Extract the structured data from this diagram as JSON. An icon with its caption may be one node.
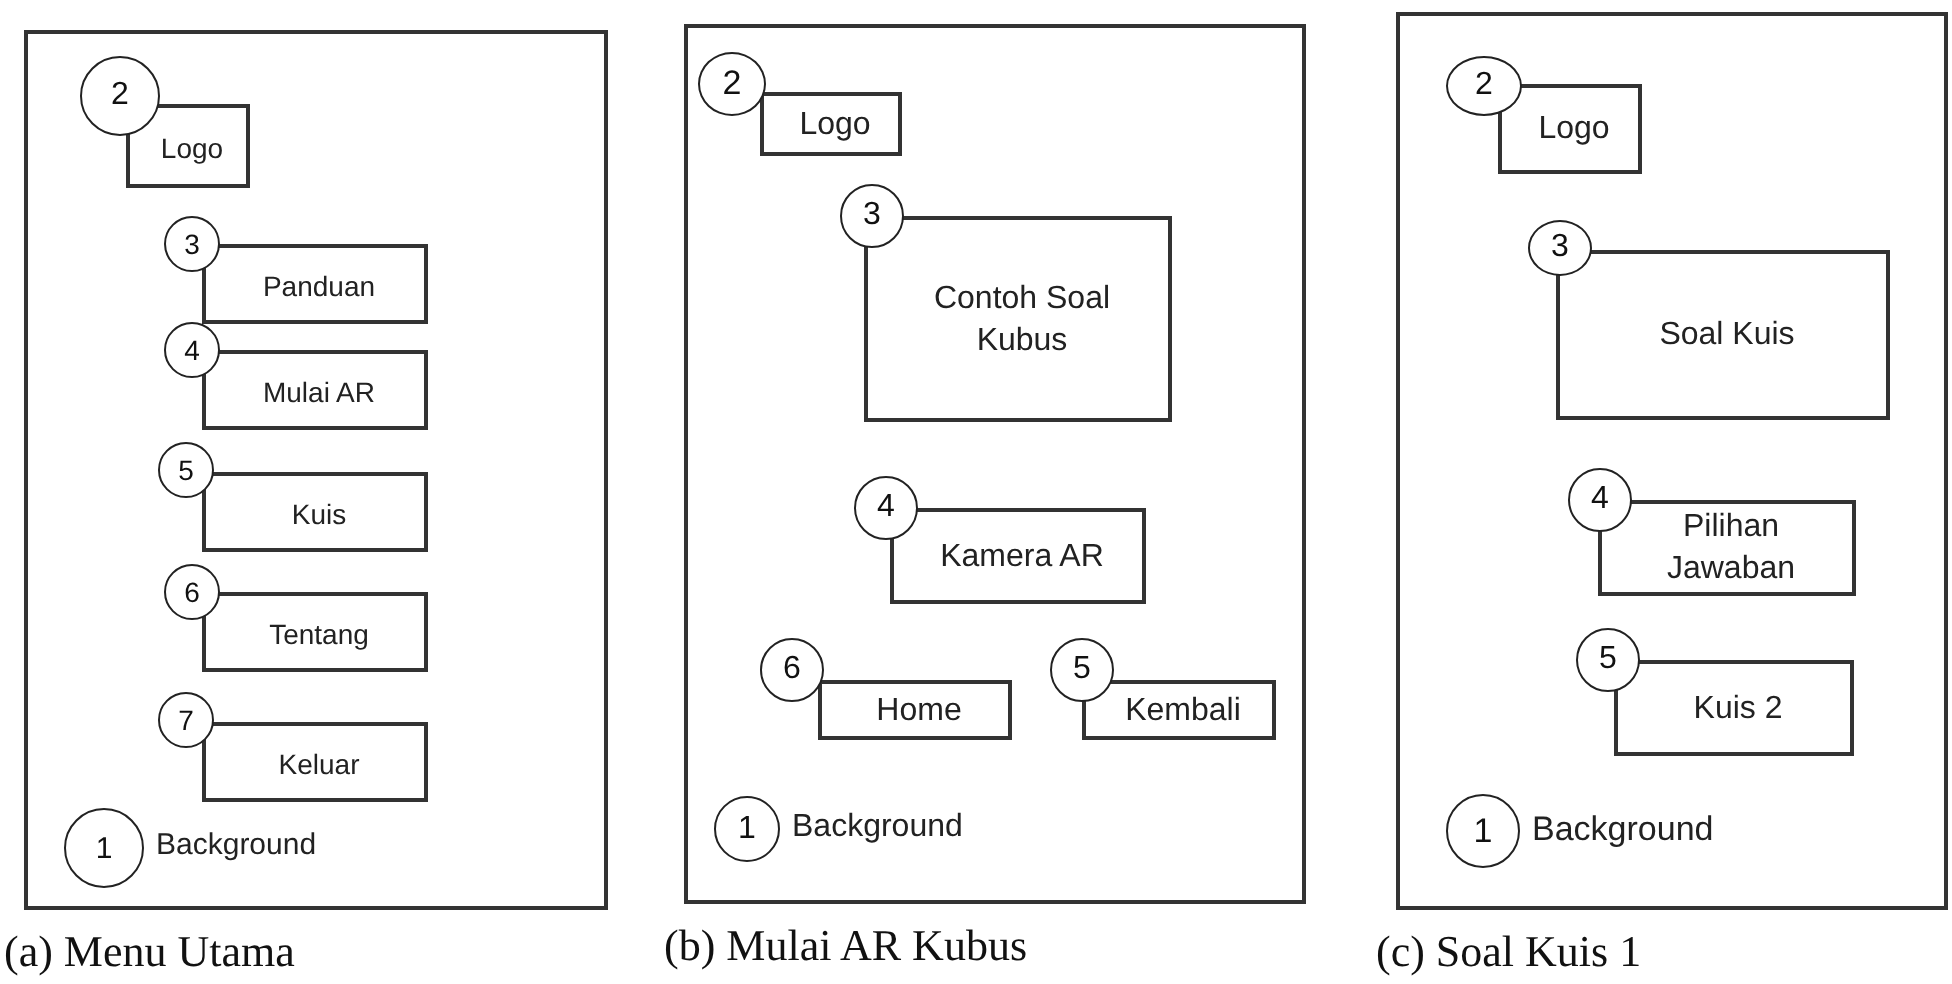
{
  "diagram": {
    "nodes": [
      {
        "text": [],
        "shape": "box",
        "beside": [
          "(a) Menu Utama"
        ]
      },
      {
        "text": [
          "2"
        ],
        "in": 0
      },
      {
        "text": [
          "Logo"
        ],
        "in": 0
      },
      {
        "text": [
          "3"
        ],
        "in": 0
      },
      {
        "text": [
          "Panduan"
        ],
        "in": 0
      },
      {
        "text": [
          "4"
        ],
        "in": 0
      },
      {
        "text": [
          "Mulai AR"
        ],
        "in": 0
      },
      {
        "text": [
          "5"
        ],
        "in": 0
      },
      {
        "text": [
          "Kuis"
        ],
        "in": 0
      },
      {
        "text": [
          "6"
        ],
        "in": 0
      },
      {
        "text": [
          "Tentang"
        ],
        "in": 0
      },
      {
        "text": [
          "7"
        ],
        "in": 0
      },
      {
        "text": [
          "Keluar"
        ],
        "in": 0
      },
      {
        "text": [
          "1"
        ],
        "in": 0,
        "beside": [
          "Background"
        ]
      },
      {
        "text": [],
        "shape": "box",
        "beside": [
          "(b) Mulai AR Kubus"
        ]
      },
      {
        "text": [
          "2"
        ],
        "in": 14
      },
      {
        "text": [
          "Logo"
        ],
        "in": 14
      },
      {
        "text": [
          "3"
        ],
        "in": 14
      },
      {
        "text": [
          "Contoh Soal Kubus"
        ],
        "in": 14
      },
      {
        "text": [
          "4"
        ],
        "in": 14
      },
      {
        "text": [
          "Kamera AR"
        ],
        "in": 14
      },
      {
        "text": [
          "6"
        ],
        "in": 14
      },
      {
        "text": [
          "Home"
        ],
        "in": 14
      },
      {
        "text": [
          "5"
        ],
        "in": 14
      },
      {
        "text": [
          "Kembali"
        ],
        "in": 14
      },
      {
        "text": [
          "1"
        ],
        "in": 14,
        "beside": [
          "Background"
        ]
      },
      {
        "text": [],
        "shape": "box",
        "beside": [
          "(c) Soal Kuis 1"
        ]
      },
      {
        "text": [
          "2"
        ],
        "in": 26
      },
      {
        "text": [
          "Logo"
        ],
        "in": 26
      },
      {
        "text": [
          "3"
        ],
        "in": 26
      },
      {
        "text": [
          "Soal Kuis"
        ],
        "in": 26
      },
      {
        "text": [
          "4"
        ],
        "in": 26
      },
      {
        "text": [
          "Pilihan Jawaban"
        ],
        "in": 26
      },
      {
        "text": [
          "5"
        ],
        "in": 26
      },
      {
        "text": [
          "Kuis 2"
        ],
        "in": 26
      },
      {
        "text": [
          "1"
        ],
        "in": 26,
        "beside": [
          "Background"
        ]
      }
    ]
  }
}
